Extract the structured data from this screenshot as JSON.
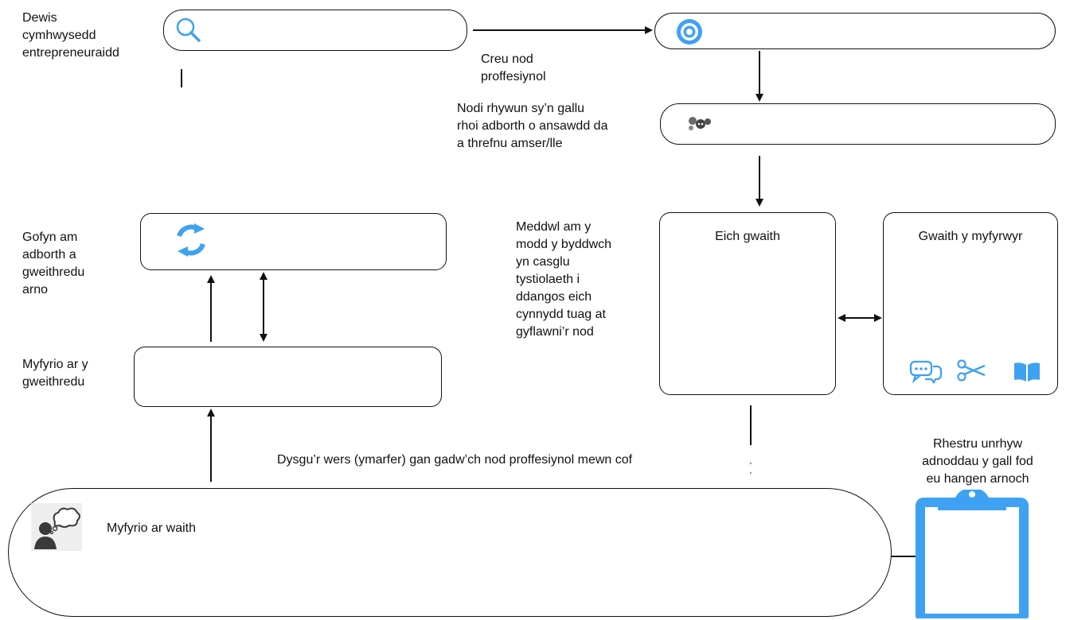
{
  "colors": {
    "line": "#111111",
    "accent": "#3ea1f2",
    "grey_icon": "#555555"
  },
  "labels": {
    "choose_competency": "Dewis\ncymhwysedd\nentrepreneuraidd",
    "create_goal": "Creu nod\nproffesiynol",
    "identify_person": "Nodi rhywun sy’n gallu\nrhoi adborth o ansawdd da\na threfnu amser/lle",
    "think_evidence": "Meddwl am y\nmodd y byddwch\nyn casglu\ntystiolaeth i\nddangos eich\ncynnydd tuag at\ngyflawni’r nod",
    "ask_feedback": "Gofyn am\nadborth a\ngweithredu\narno",
    "reflect_action": "Myfyrio ar y\ngweithredu",
    "teach_lesson": "Dysgu’r wers (ymarfer) gan gadw’ch nod proffesiynol mewn cof",
    "list_resources": "Rhestru unrhyw\nadnoddau y gall fod\neu hangen arnoch",
    "reflect_work": "Myfyrio ar waith"
  },
  "boxes": {
    "your_work": "Eich gwaith",
    "student_work": "Gwaith y myfyrwyr"
  },
  "icons": {
    "search": "search-icon",
    "target": "target-icon",
    "people": "people-group-icon",
    "cycle": "refresh-cycle-icon",
    "chat": "chat-bubbles-icon",
    "scissors": "scissors-icon",
    "book": "open-book-icon",
    "thinking": "thinking-person-icon",
    "clipboard": "clipboard-icon"
  }
}
